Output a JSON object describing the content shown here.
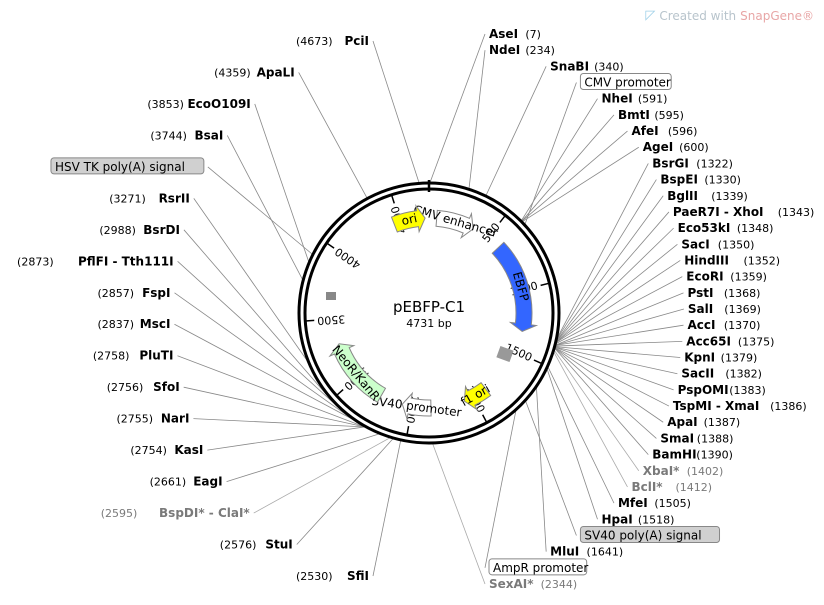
{
  "watermark": {
    "prefix": "Created with",
    "brand": "SnapGene®"
  },
  "plasmid": {
    "name": "pEBFP-C1",
    "size_label": "4731 bp",
    "length": 4731
  },
  "ticks": [
    {
      "label": "500",
      "pos": 500
    },
    {
      "label": "1000",
      "pos": 1000
    },
    {
      "label": "1500",
      "pos": 1500
    },
    {
      "label": "2000",
      "pos": 2000
    },
    {
      "label": "2500",
      "pos": 2500
    },
    {
      "label": "3000",
      "pos": 3000
    },
    {
      "label": "3500",
      "pos": 3500
    },
    {
      "label": "4000",
      "pos": 4000
    },
    {
      "label": "4500",
      "pos": 4500
    }
  ],
  "features": [
    {
      "name": "CMV enhancer",
      "start": 61,
      "end": 364,
      "color": "#ffffff"
    },
    {
      "name": "EBFP",
      "start": 613,
      "end": 1330,
      "color": "#3366ff"
    },
    {
      "name": "f1 ori",
      "start": 1882,
      "end": 2078,
      "color": "#ffff00"
    },
    {
      "name": "SV40 promoter",
      "start": 2350,
      "end": 2580,
      "color": "#ffffff"
    },
    {
      "name": "NeoR/KanR",
      "start": 2760,
      "end": 3300,
      "color": "#ccffcc"
    },
    {
      "name": "ori",
      "start": 4450,
      "end": 4700,
      "color": "#ffff00"
    }
  ],
  "sites_right": [
    {
      "name": "AseI",
      "pos": "(7)"
    },
    {
      "name": "NdeI",
      "pos": "(234)"
    },
    {
      "name": "SnaBI",
      "pos": "(340)"
    },
    {
      "name": "CMV promoter",
      "pos": "",
      "boxed": true
    },
    {
      "name": "NheI",
      "pos": "(591)"
    },
    {
      "name": "BmtI",
      "pos": "(595)"
    },
    {
      "name": "AfeI",
      "pos": "(596)"
    },
    {
      "name": "AgeI",
      "pos": "(600)"
    },
    {
      "name": "BsrGI",
      "pos": "(1322)"
    },
    {
      "name": "BspEI",
      "pos": "(1330)"
    },
    {
      "name": "BglII",
      "pos": "(1339)"
    },
    {
      "name": "PaeR7I - XhoI",
      "pos": "(1343)"
    },
    {
      "name": "Eco53kI",
      "pos": "(1348)"
    },
    {
      "name": "SacI",
      "pos": "(1350)"
    },
    {
      "name": "HindIII",
      "pos": "(1352)"
    },
    {
      "name": "EcoRI",
      "pos": "(1359)"
    },
    {
      "name": "PstI",
      "pos": "(1368)"
    },
    {
      "name": "SalI",
      "pos": "(1369)"
    },
    {
      "name": "AccI",
      "pos": "(1370)"
    },
    {
      "name": "Acc65I",
      "pos": "(1375)"
    },
    {
      "name": "KpnI",
      "pos": "(1379)"
    },
    {
      "name": "SacII",
      "pos": "(1382)"
    },
    {
      "name": "PspOMI",
      "pos": "(1383)"
    },
    {
      "name": "TspMI - XmaI",
      "pos": "(1386)"
    },
    {
      "name": "ApaI",
      "pos": "(1387)"
    },
    {
      "name": "SmaI",
      "pos": "(1388)"
    },
    {
      "name": "BamHI",
      "pos": "(1390)"
    },
    {
      "name": "XbaI*",
      "pos": "(1402)",
      "grey": true
    },
    {
      "name": "BclI*",
      "pos": "(1412)",
      "grey": true
    },
    {
      "name": "MfeI",
      "pos": "(1505)"
    },
    {
      "name": "HpaI",
      "pos": "(1518)"
    },
    {
      "name": "SV40 poly(A) signal",
      "pos": "",
      "boxed": true,
      "grey_box": true
    },
    {
      "name": "MluI",
      "pos": "(1641)"
    },
    {
      "name": "AmpR promoter",
      "pos": "",
      "boxed": true
    },
    {
      "name": "SexAI*",
      "pos": "(2344)",
      "grey": true
    }
  ],
  "sites_left": [
    {
      "name": "PciI",
      "pos": "(4673)"
    },
    {
      "name": "ApaLI",
      "pos": "(4359)"
    },
    {
      "name": "EcoO109I",
      "pos": "(3853)"
    },
    {
      "name": "BsaI",
      "pos": "(3744)"
    },
    {
      "name": "HSV TK poly(A) signal",
      "pos": "",
      "boxed": true,
      "grey_box": true
    },
    {
      "name": "RsrII",
      "pos": "(3271)"
    },
    {
      "name": "BsrDI",
      "pos": "(2988)"
    },
    {
      "name": "PflFI - Tth111I",
      "pos": "(2873)"
    },
    {
      "name": "FspI",
      "pos": "(2857)"
    },
    {
      "name": "MscI",
      "pos": "(2837)"
    },
    {
      "name": "PluTI",
      "pos": "(2758)"
    },
    {
      "name": "SfoI",
      "pos": "(2756)"
    },
    {
      "name": "NarI",
      "pos": "(2755)"
    },
    {
      "name": "KasI",
      "pos": "(2754)"
    },
    {
      "name": "EagI",
      "pos": "(2661)"
    },
    {
      "name": "BspDI* - ClaI*",
      "pos": "(2595)",
      "grey": true
    },
    {
      "name": "StuI",
      "pos": "(2576)"
    },
    {
      "name": "SfiI",
      "pos": "(2530)"
    }
  ]
}
